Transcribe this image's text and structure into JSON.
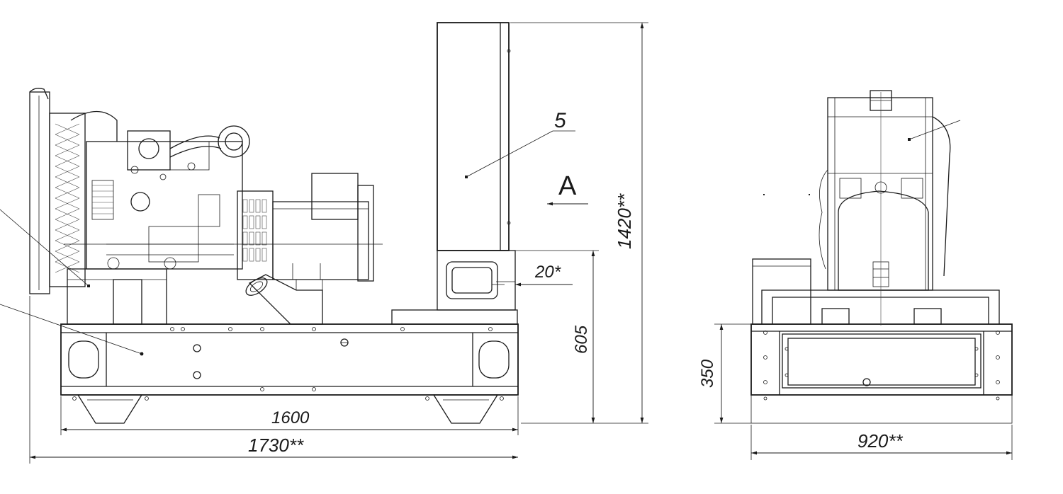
{
  "callouts": {
    "item_number": "5",
    "view_label": "A"
  },
  "dimensions": {
    "frame_length": "1600",
    "overall_length": "1730**",
    "overall_height": "1420**",
    "exhaust_height": "605",
    "exhaust_offset": "20*",
    "frame_height": "350",
    "overall_width": "920**"
  },
  "colors": {
    "line": "#1a1a1a",
    "background": "#ffffff"
  }
}
